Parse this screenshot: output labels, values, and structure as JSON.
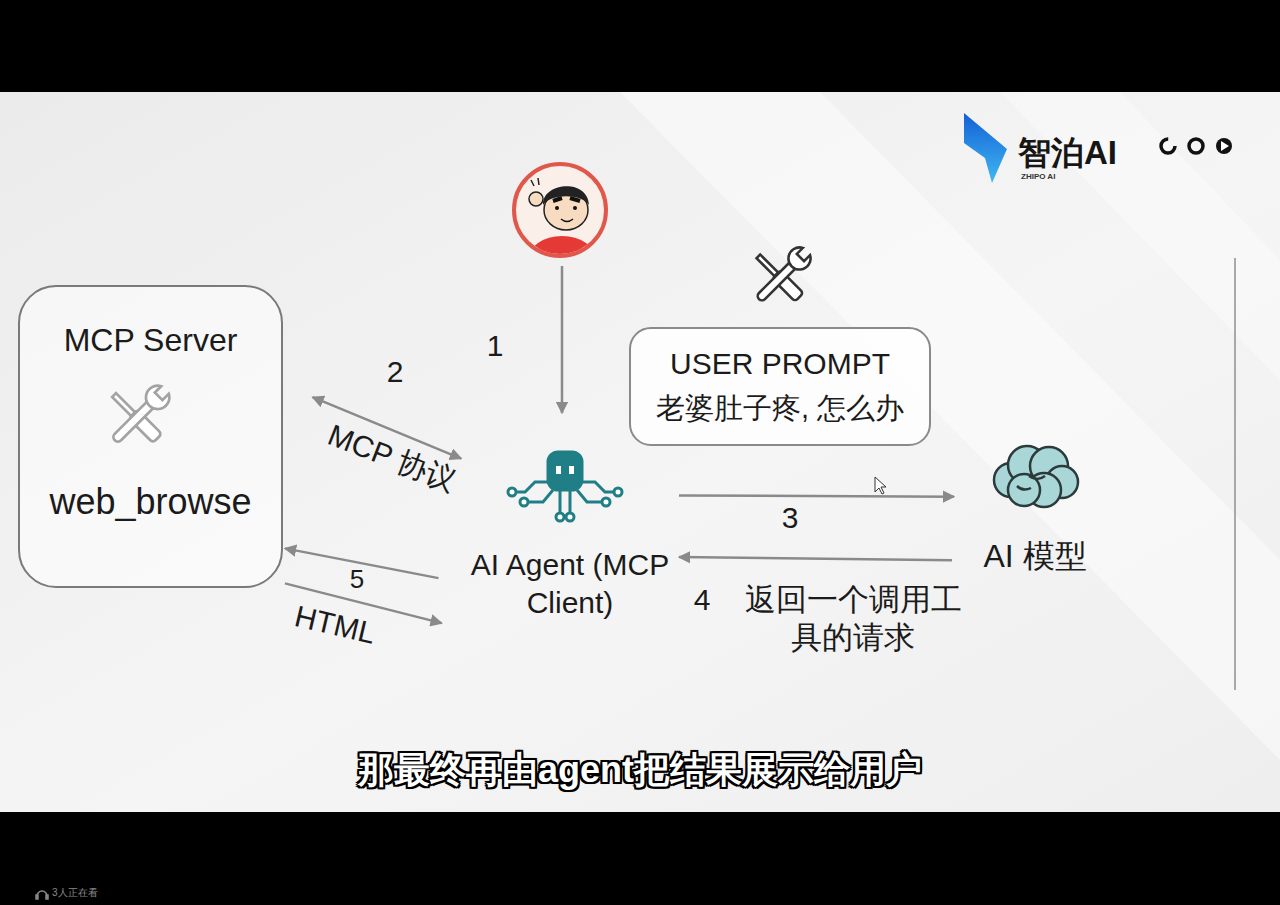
{
  "diagram": {
    "caption": "那最终再由agent把结果展示给用户",
    "nodes": [
      {
        "text": [
          "MCP Server",
          "web_browse"
        ]
      },
      {
        "text": [
          "USER PROMPT",
          "老婆肚子疼, 怎么办"
        ]
      },
      {
        "text": [
          "AI Agent (MCP Client)"
        ]
      },
      {
        "text": [
          "AI 模型"
        ]
      }
    ],
    "edges": [
      {
        "from": 0,
        "to": 2,
        "arrow": "both",
        "label": "MCP 协议"
      },
      {
        "from": 2,
        "to": 3,
        "arrow": "to"
      },
      {
        "from": 3,
        "to": 2,
        "arrow": "to",
        "label": "返回一个调用工 具的请求"
      },
      {
        "from": 2,
        "to": 0,
        "arrow": "to"
      },
      {
        "from": 0,
        "to": 2,
        "arrow": "to",
        "label": "HTML"
      }
    ],
    "labels": [
      "1",
      "2",
      "3",
      "4",
      "5",
      "智泊AI",
      "ZHIPO AI",
      "3人正在看"
    ]
  }
}
